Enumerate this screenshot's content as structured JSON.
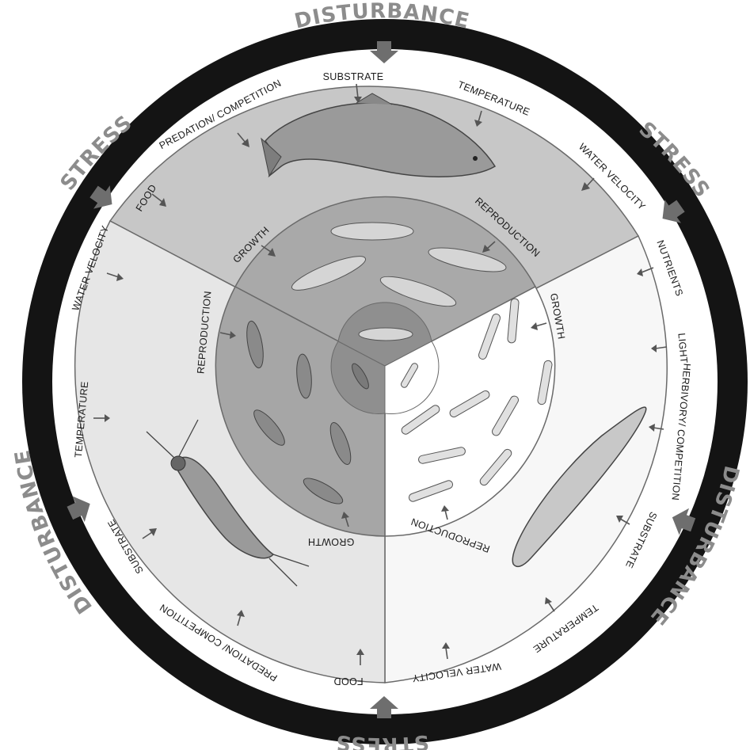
{
  "outer_ring": {
    "labels": [
      "DISTURBANCE",
      "STRESS",
      "DISTURBANCE",
      "STRESS",
      "DISTURBANCE",
      "STRESS"
    ]
  },
  "fish_sector": {
    "outer_labels": [
      "FOOD",
      "PREDATION/ COMPETITION",
      "SUBSTRATE",
      "TEMPERATURE",
      "WATER VELOCITY"
    ],
    "inner_labels": [
      "GROWTH",
      "REPRODUCTION"
    ]
  },
  "algae_sector": {
    "outer_labels": [
      "NUTRIENTS",
      "LIGHT",
      "HERBIVORY/ COMPETITION",
      "SUBSTRATE",
      "TEMPERATURE",
      "WATER VELOCITY"
    ],
    "inner_labels": [
      "GROWTH",
      "REPRODUCTION"
    ]
  },
  "insect_sector": {
    "outer_labels": [
      "FOOD",
      "PREDATION/ COMPETITION",
      "SUBSTRATE",
      "TEMPERATURE",
      "WATER VELOCITY"
    ],
    "inner_labels": [
      "GROWTH",
      "REPRODUCTION"
    ]
  },
  "colors": {
    "outer_ring": "#141414",
    "ring_text": "#8c8c8c",
    "fish_outer": "#c7c7c7",
    "fish_inner": "#a9a9a9",
    "insect_outer": "#e6e6e6",
    "insect_inner": "#a6a6a6",
    "algae_outer": "#f7f7f7",
    "algae_inner": "#ffffff",
    "center": "#8f8f8f",
    "divider": "#6a6a6a"
  }
}
